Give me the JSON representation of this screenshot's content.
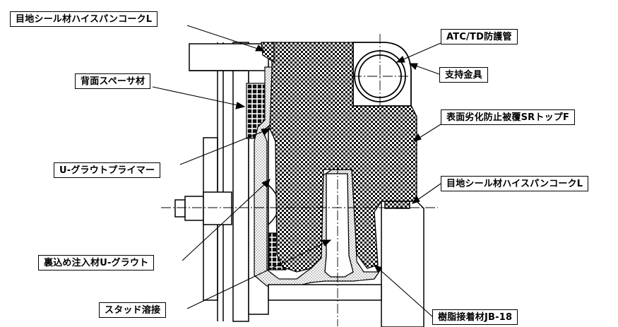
{
  "labels": {
    "joint_seal_top": "目地シール材ハイスパンコークL",
    "back_spacer": "背面スペーサ材",
    "u_grout_primer": "U-グラウトプライマー",
    "backfill_injection": "裏込め注入材U-グラウト",
    "stud_welding": "スタッド溶接",
    "atc_td_pipe": "ATC/TD防護管",
    "support_bracket": "支持金具",
    "surface_coating": "表面劣化防止被覆SRトップF",
    "joint_seal_right": "目地シール材ハイスパンコークL",
    "resin_adhesive": "樹脂接着材JB-18"
  }
}
